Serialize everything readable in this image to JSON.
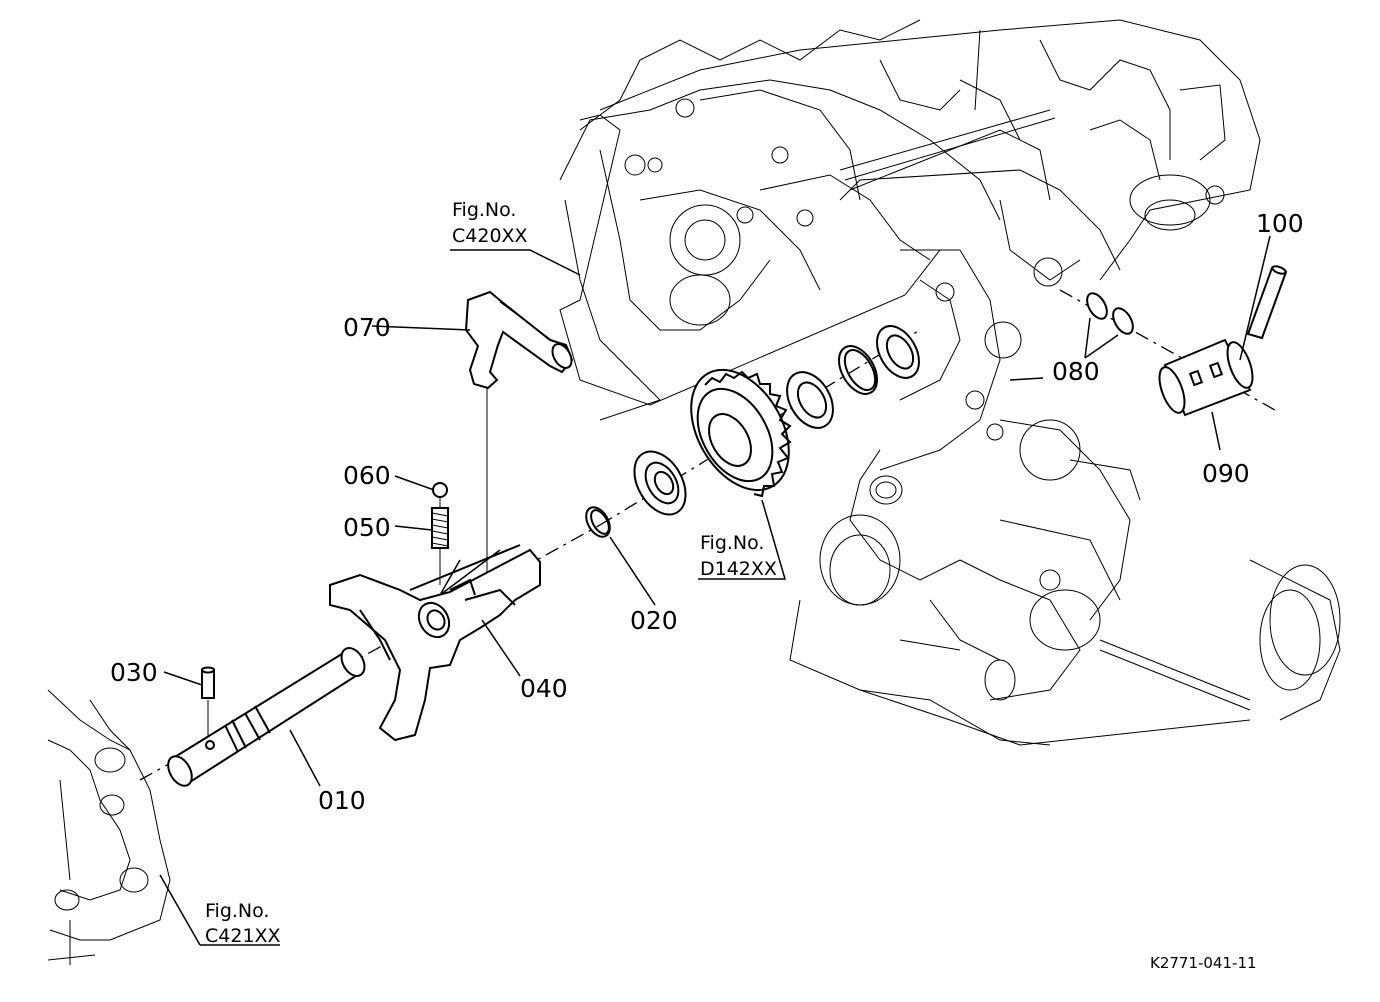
{
  "diagram": {
    "part_labels": {
      "p010": "010",
      "p020": "020",
      "p030": "030",
      "p040": "040",
      "p050": "050",
      "p060": "060",
      "p070": "070",
      "p080": "080",
      "p090": "090",
      "p100": "100"
    },
    "figure_refs": {
      "c420": {
        "line1": "Fig.No.",
        "line2": "C420XX"
      },
      "d142": {
        "line1": "Fig.No.",
        "line2": "D142XX"
      },
      "c421": {
        "line1": "Fig.No.",
        "line2": "C421XX"
      }
    },
    "drawing_code": "K2771-041-11"
  }
}
